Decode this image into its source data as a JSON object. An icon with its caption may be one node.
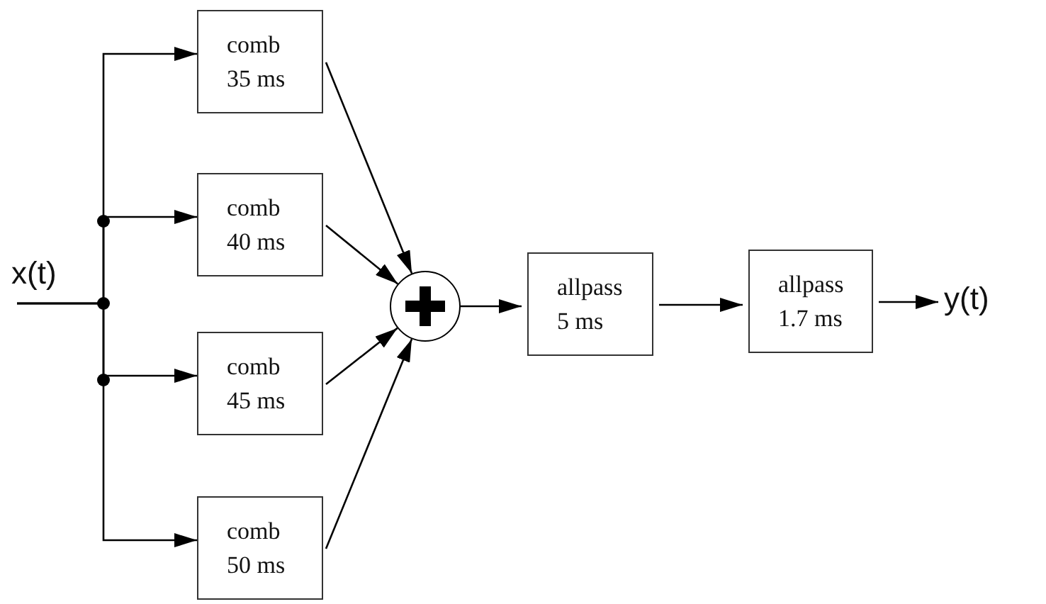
{
  "diagram": {
    "nodes": [
      {
        "text": [
          "x(t)"
        ]
      },
      {
        "text": [
          "comb 35 ms"
        ]
      },
      {
        "text": [
          "comb 40 ms"
        ]
      },
      {
        "text": [
          "comb 45 ms"
        ]
      },
      {
        "text": [
          "comb 50 ms"
        ]
      },
      {
        "text": [],
        "shape": "circle"
      },
      {
        "text": [
          "allpass 5 ms"
        ]
      },
      {
        "text": [
          "allpass 1.7 ms"
        ]
      },
      {
        "text": [
          "y(t)"
        ]
      }
    ],
    "edges": [
      {
        "from": 0,
        "to": 1,
        "arrow": "to"
      },
      {
        "from": 0,
        "to": 2,
        "arrow": "to"
      },
      {
        "from": 0,
        "to": 3,
        "arrow": "to"
      },
      {
        "from": 0,
        "to": 4,
        "arrow": "to"
      },
      {
        "from": 1,
        "to": 5,
        "arrow": "to"
      },
      {
        "from": 2,
        "to": 5,
        "arrow": "to"
      },
      {
        "from": 3,
        "to": 5,
        "arrow": "to"
      },
      {
        "from": 4,
        "to": 5,
        "arrow": "to"
      },
      {
        "from": 5,
        "to": 6,
        "arrow": "to"
      },
      {
        "from": 6,
        "to": 7,
        "arrow": "to"
      },
      {
        "from": 7,
        "to": 8,
        "arrow": "to"
      }
    ]
  }
}
